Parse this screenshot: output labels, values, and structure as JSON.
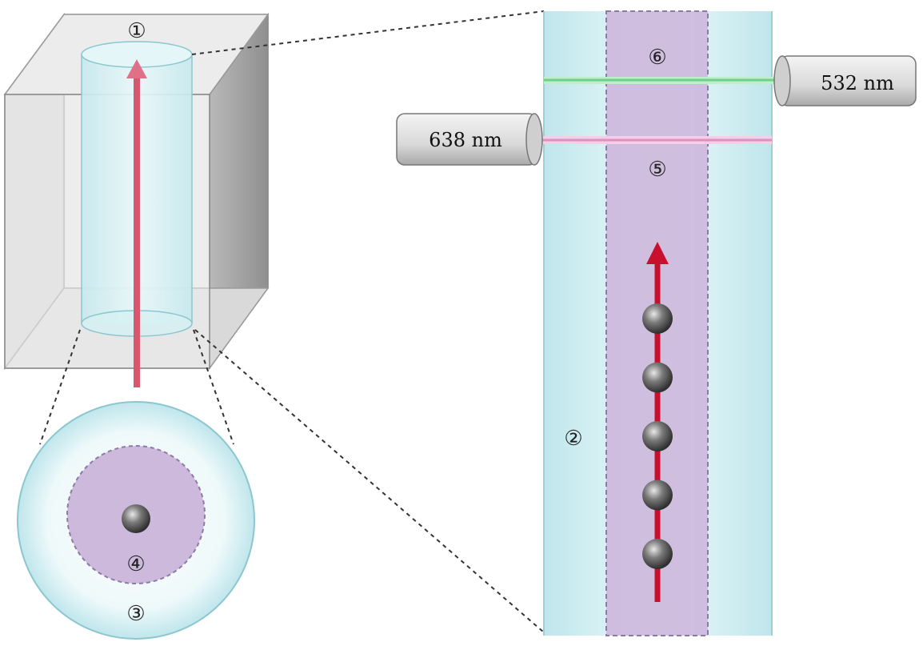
{
  "labels": {
    "one": "①",
    "two": "②",
    "three": "③",
    "four": "④",
    "five": "⑤",
    "six": "⑥"
  },
  "lasers": {
    "red_laser": "638 nm",
    "green_laser": "532 nm"
  },
  "colors": {
    "tube_fill": "#cfeef2",
    "tube_edge": "#9ccfd6",
    "sheath_purple": "#cdb9dc",
    "flow_arrow": "#c8102e",
    "green_beam": "#7fd9a0",
    "pink_beam": "#e9a6d2",
    "particle": "#5a5a5a",
    "box_gray": "#a8a8a8"
  },
  "icons": {
    "particle": "particle-sphere-icon",
    "flow": "flow-arrow-icon",
    "laser": "laser-module-icon"
  },
  "particles_in_stream": 5
}
